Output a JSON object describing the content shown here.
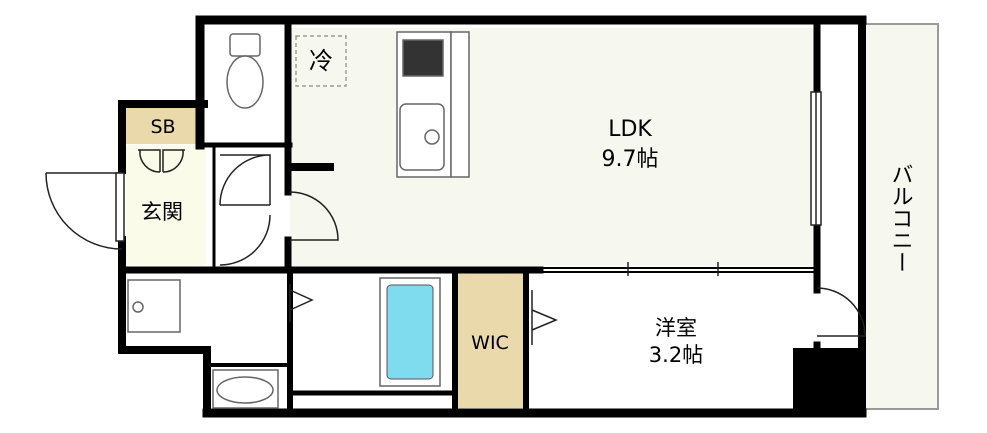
{
  "rooms": {
    "ldk": {
      "name": "LDK",
      "size": "9.7帖"
    },
    "western_room": {
      "name": "洋室",
      "size": "3.2帖"
    },
    "entrance": {
      "name": "玄関"
    },
    "shoe_box": {
      "name": "SB"
    },
    "walk_in_closet": {
      "name": "WIC"
    },
    "balcony": {
      "name": "バルコニー"
    },
    "refrigerator": {
      "name": "冷"
    }
  },
  "colors": {
    "wall": "#000000",
    "ldk_floor": "#f6f7ee",
    "balcony_floor": "#f6f7ee",
    "entrance_floor": "#fbfbea",
    "wic_floor": "#ead9aa",
    "sb_floor": "#ead9aa",
    "bath_tub": "#7fdcef",
    "fixture_stroke": "#666666"
  }
}
